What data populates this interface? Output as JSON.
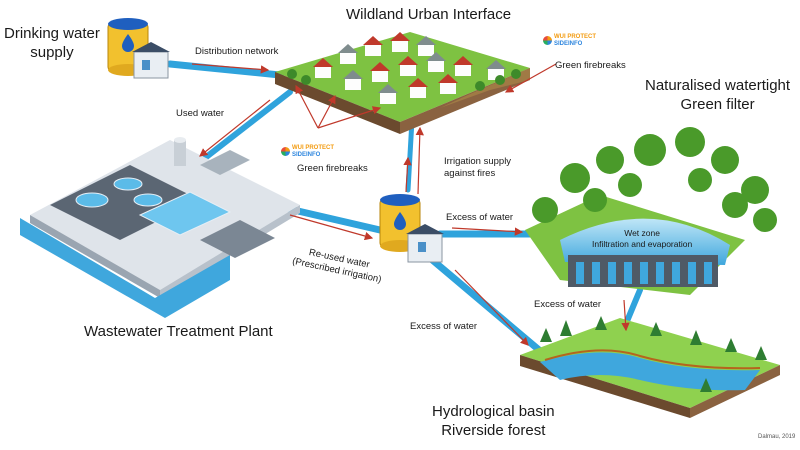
{
  "titles": {
    "drinking": [
      "Drinking water",
      "supply"
    ],
    "wui": "Wildland Urban Interface",
    "filter": [
      "Naturalised watertight",
      "Green filter"
    ],
    "wwtp": "Wastewater Treatment Plant",
    "basin": [
      "Hydrological basin",
      "Riverside forest"
    ]
  },
  "flows": {
    "distribution": "Distribution network",
    "used_water": "Used water",
    "firebreaks_right": "Green firebreaks",
    "firebreaks_left": "Green firebreaks",
    "irrigation": [
      "Irrigation supply",
      "against fires"
    ],
    "excess_filter": "Excess of water",
    "excess_basin": "Excess of water",
    "excess_tank": "Excess of water",
    "reused": [
      "Re-used water",
      "(Prescribed irrigation)"
    ]
  },
  "wet_zone": [
    "Wet zone",
    "Infiltration and evaporation"
  ],
  "logo": [
    "WUI PROTECT",
    "SIDEINFO"
  ],
  "credit": "Dalmau, 2019",
  "colors": {
    "water": "#2fa3dc",
    "arrow": "#c0392b",
    "grass": "#7ec242",
    "tree": "#4a9a2a",
    "tank": "#f2c12e"
  }
}
